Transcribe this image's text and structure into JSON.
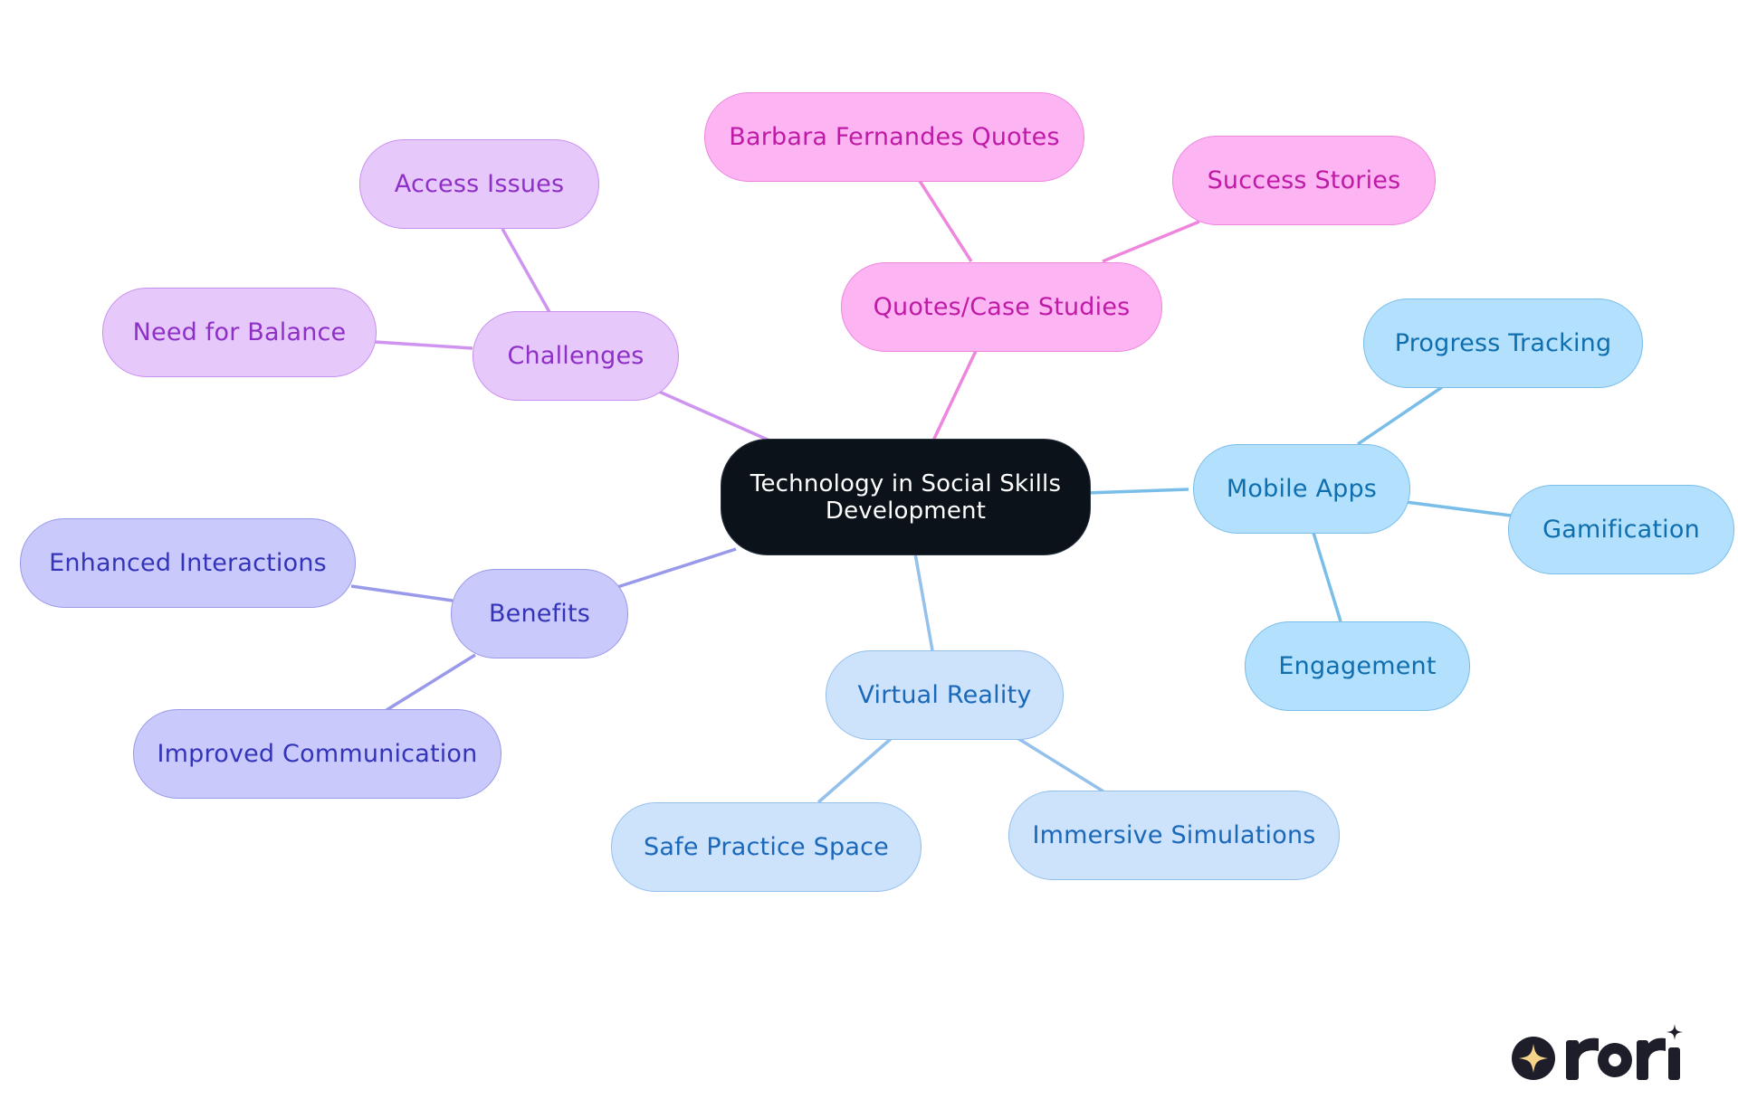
{
  "diagram": {
    "center": {
      "line1": "Technology in Social Skills",
      "line2": "Development"
    },
    "branches": {
      "challenges": {
        "label": "Challenges",
        "color": "#cf94ef",
        "children": [
          "Access Issues",
          "Need for Balance"
        ]
      },
      "quotes": {
        "label": "Quotes/Case Studies",
        "color": "#ee86dd",
        "children": [
          "Barbara Fernandes Quotes",
          "Success Stories"
        ]
      },
      "mobile": {
        "label": "Mobile Apps",
        "color": "#79bde9",
        "children": [
          "Progress Tracking",
          "Gamification",
          "Engagement"
        ]
      },
      "vr": {
        "label": "Virtual Reality",
        "color": "#94c0ec",
        "children": [
          "Safe Practice Space",
          "Immersive Simulations"
        ]
      },
      "benefits": {
        "label": "Benefits",
        "color": "#9999ea",
        "children": [
          "Enhanced Interactions",
          "Improved Communication"
        ]
      }
    }
  },
  "logo": {
    "text": "rori",
    "icon": "sparkle-icon",
    "colors": {
      "dark": "#1e1e2a",
      "accent": "#f5d48a"
    }
  }
}
